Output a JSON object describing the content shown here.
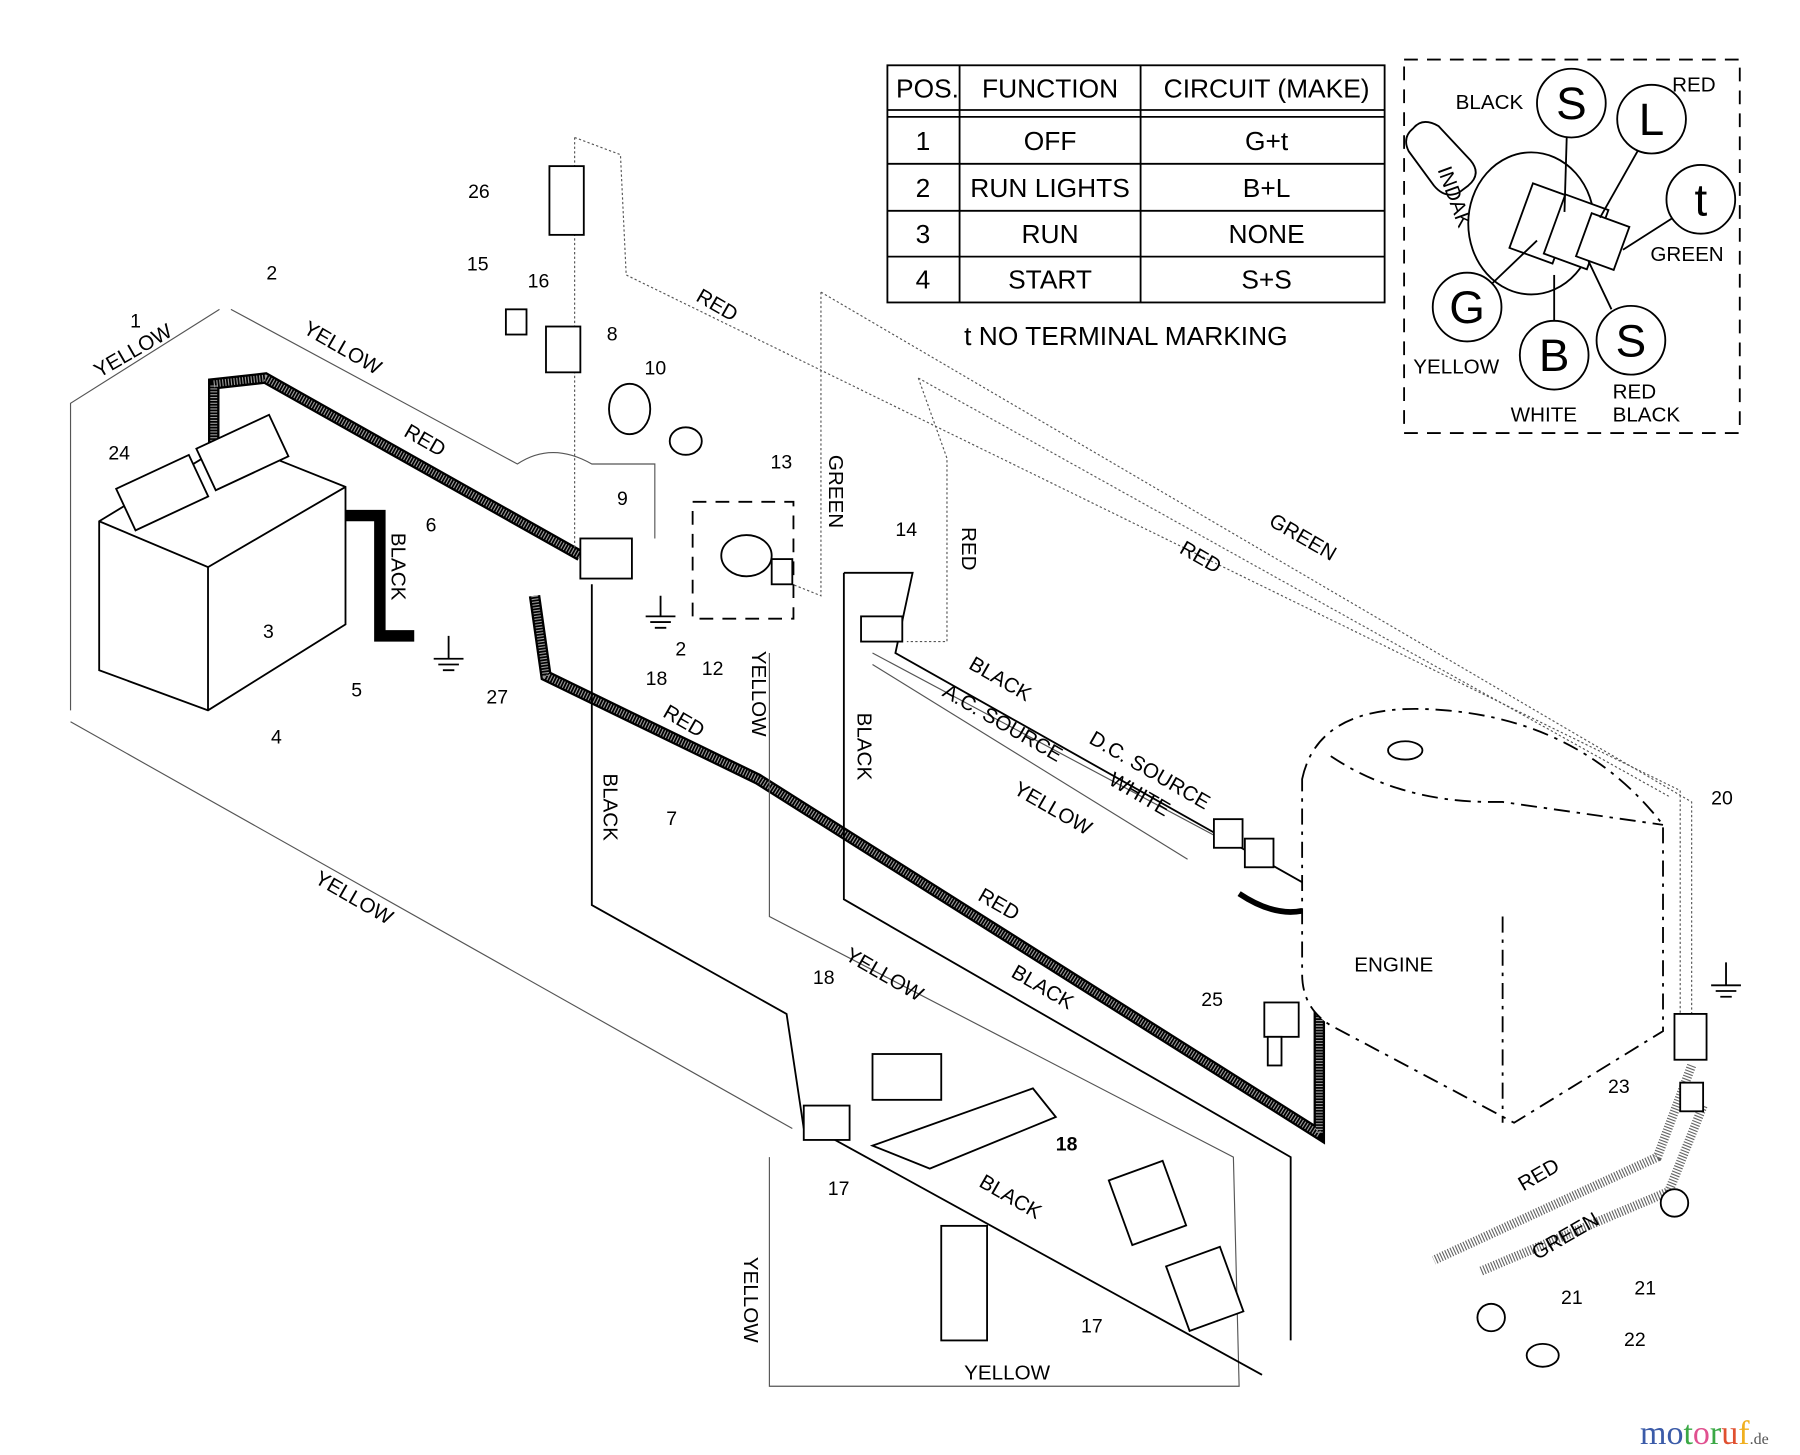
{
  "switch_table": {
    "headers": [
      "POS.",
      "FUNCTION",
      "CIRCUIT  (MAKE)"
    ],
    "rows": [
      {
        "pos": "1",
        "function": "OFF",
        "circuit": "G+t"
      },
      {
        "pos": "2",
        "function": "RUN LIGHTS",
        "circuit": "B+L"
      },
      {
        "pos": "3",
        "function": "RUN",
        "circuit": "NONE"
      },
      {
        "pos": "4",
        "function": "START",
        "circuit": "S+S"
      }
    ],
    "footnote": "t  NO TERMINAL MARKING"
  },
  "ignition_switch_detail": {
    "brand_on_key": "INDAK",
    "terminals": [
      {
        "letter": "S",
        "color_label": "BLACK"
      },
      {
        "letter": "L",
        "color_label": "RED"
      },
      {
        "letter": "t",
        "color_label": "GREEN"
      },
      {
        "letter": "G",
        "color_label": "YELLOW"
      },
      {
        "letter": "B",
        "color_label": "WHITE"
      },
      {
        "letter": "S",
        "color_label": "RED BLACK",
        "color_label_line1": "RED",
        "color_label_line2": "BLACK"
      }
    ]
  },
  "engine_label": "ENGINE",
  "part_numbers": [
    "1",
    "2",
    "24",
    "3",
    "4",
    "5",
    "6",
    "27",
    "18",
    "2",
    "12",
    "9",
    "13",
    "8",
    "10",
    "15",
    "16",
    "26",
    "14",
    "7",
    "18",
    "17",
    "18",
    "17",
    "25",
    "20",
    "23",
    "21",
    "21",
    "22"
  ],
  "wire_labels": [
    "YELLOW",
    "YELLOW",
    "RED",
    "BLACK",
    "RED",
    "GREEN",
    "RED",
    "GREEN",
    "RED",
    "YELLOW",
    "BLACK",
    "BLACK",
    "A.C. SOURCE",
    "D.C. SOURCE",
    "WHITE",
    "YELLOW",
    "RED",
    "BLACK",
    "RED",
    "BLACK",
    "YELLOW",
    "YELLOW",
    "BLACK",
    "YELLOW",
    "YELLOW",
    "RED",
    "GREEN"
  ],
  "watermark": {
    "text": "motoruf",
    "suffix": ".de",
    "letter_colors": [
      "#3b5ba8",
      "#3b5ba8",
      "#3aa845",
      "#e0508f",
      "#3aa845",
      "#e05030",
      "#f0b020"
    ]
  }
}
